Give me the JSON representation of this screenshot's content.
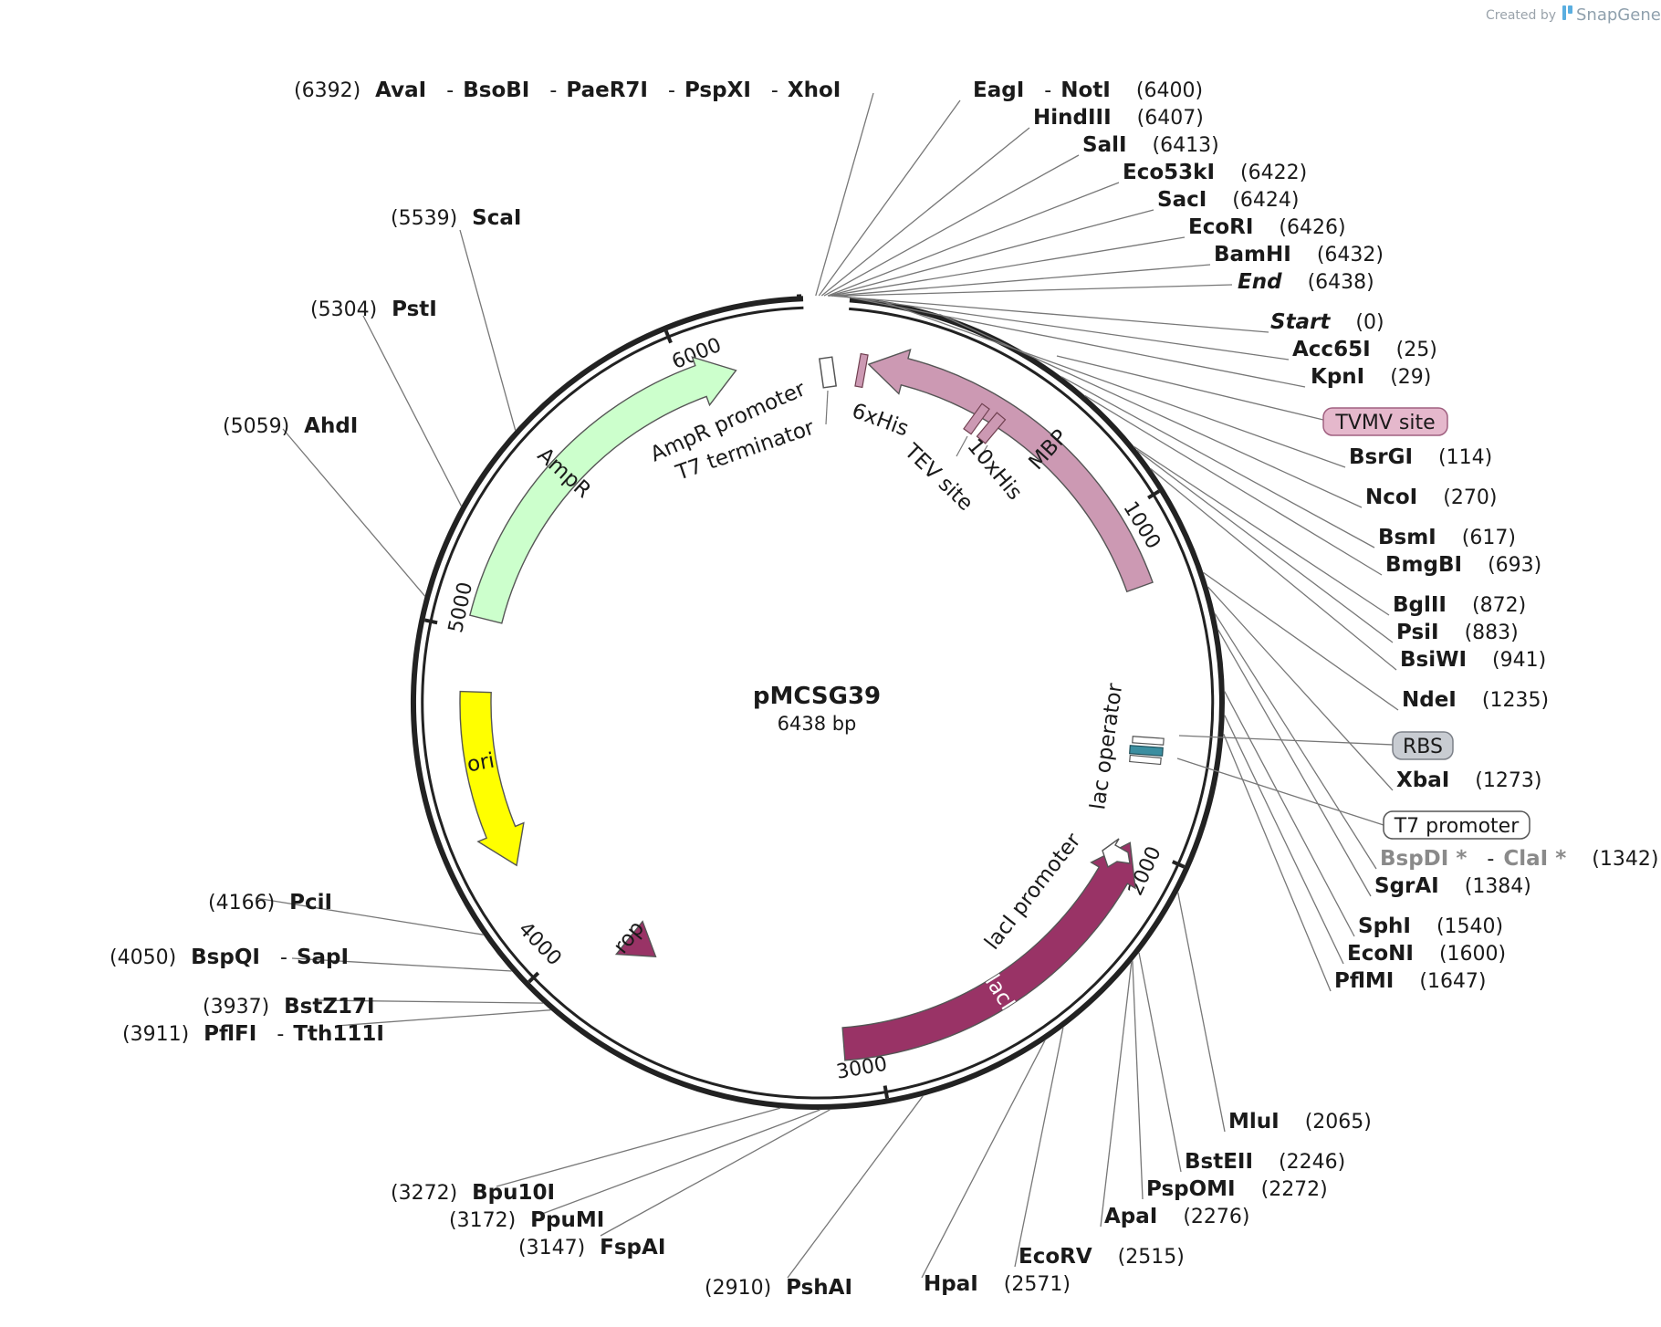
{
  "credit": {
    "created": "Created by",
    "brand": "SnapGene"
  },
  "plasmid": {
    "name": "pMCSG39",
    "length_label": "6438 bp",
    "length": 6438
  },
  "ticks": [
    {
      "pos": 1000,
      "label": "1000"
    },
    {
      "pos": 2000,
      "label": "2000"
    },
    {
      "pos": 3000,
      "label": "3000"
    },
    {
      "pos": 4000,
      "label": "4000"
    },
    {
      "pos": 5000,
      "label": "5000"
    },
    {
      "pos": 6000,
      "label": "6000"
    }
  ],
  "features": [
    {
      "id": "mbp",
      "name": "MBP",
      "start": 1215,
      "end": 112,
      "direction": "reverse",
      "color": "#cc99b3",
      "text_color": "#1a1a1a"
    },
    {
      "id": "laci",
      "name": "lacI",
      "start": 3100,
      "end": 2000,
      "direction": "reverse",
      "color": "#993366",
      "text_color": "#ffffff"
    },
    {
      "id": "ampr",
      "name": "AmpR",
      "start": 5040,
      "end": 6150,
      "direction": "forward",
      "color": "#ccffcc",
      "text_color": "#1a1a1a"
    },
    {
      "id": "ori",
      "name": "ori",
      "start": 4820,
      "end": 4280,
      "direction": "reverse",
      "color": "#ffff00",
      "text_color": "#1a1a1a"
    },
    {
      "id": "rop",
      "name": "rop",
      "start": 3870,
      "end": 3760,
      "direction": "reverse",
      "color": "#993366",
      "text_color": "#1a1a1a"
    }
  ],
  "small_features": {
    "his6": "6xHis",
    "his10": "10xHis",
    "tev": "TEV site",
    "ampr_promoter": "AmpR promoter",
    "t7_terminator": "T7 terminator",
    "lac_operator": "lac operator",
    "laci_promoter": "lacI promoter"
  },
  "boxed_labels": {
    "tvmv": {
      "text": "TVMV site",
      "fill": "#e5b8cc",
      "stroke": "#a06080"
    },
    "rbs": {
      "text": "RBS",
      "fill": "#c8ccd2",
      "stroke": "#7c8088"
    },
    "t7_promoter": {
      "text": "T7 promoter",
      "fill": "#ffffff",
      "stroke": "#555555"
    }
  },
  "sites": [
    {
      "names": [
        "AvaI",
        "BsoBI",
        "PaeR7I",
        "PspXI",
        "XhoI"
      ],
      "pos_label": "(6392)",
      "pos": 6392
    },
    {
      "names": [
        "EagI",
        "NotI"
      ],
      "pos_label": "(6400)",
      "pos": 6400
    },
    {
      "names": [
        "HindIII"
      ],
      "pos_label": "(6407)",
      "pos": 6407
    },
    {
      "names": [
        "SalI"
      ],
      "pos_label": "(6413)",
      "pos": 6413
    },
    {
      "names": [
        "Eco53kI"
      ],
      "pos_label": "(6422)",
      "pos": 6422
    },
    {
      "names": [
        "SacI"
      ],
      "pos_label": "(6424)",
      "pos": 6424
    },
    {
      "names": [
        "EcoRI"
      ],
      "pos_label": "(6426)",
      "pos": 6426
    },
    {
      "names": [
        "BamHI"
      ],
      "pos_label": "(6432)",
      "pos": 6432
    },
    {
      "names": [
        "End"
      ],
      "pos_label": "(6438)",
      "pos": 6438
    },
    {
      "names": [
        "Start"
      ],
      "pos_label": "(0)",
      "pos": 0
    },
    {
      "names": [
        "Acc65I"
      ],
      "pos_label": "(25)",
      "pos": 25
    },
    {
      "names": [
        "KpnI"
      ],
      "pos_label": "(29)",
      "pos": 29
    },
    {
      "names": [
        "BsrGI"
      ],
      "pos_label": "(114)",
      "pos": 114
    },
    {
      "names": [
        "NcoI"
      ],
      "pos_label": "(270)",
      "pos": 270
    },
    {
      "names": [
        "BsmI"
      ],
      "pos_label": "(617)",
      "pos": 617
    },
    {
      "names": [
        "BmgBI"
      ],
      "pos_label": "(693)",
      "pos": 693
    },
    {
      "names": [
        "BglII"
      ],
      "pos_label": "(872)",
      "pos": 872
    },
    {
      "names": [
        "PsiI"
      ],
      "pos_label": "(883)",
      "pos": 883
    },
    {
      "names": [
        "BsiWI"
      ],
      "pos_label": "(941)",
      "pos": 941
    },
    {
      "names": [
        "NdeI"
      ],
      "pos_label": "(1235)",
      "pos": 1235
    },
    {
      "names": [
        "XbaI"
      ],
      "pos_label": "(1273)",
      "pos": 1273
    },
    {
      "names": [
        "BspDI *",
        "ClaI *"
      ],
      "pos_label": "(1342)",
      "pos": 1342
    },
    {
      "names": [
        "SgrAI"
      ],
      "pos_label": "(1384)",
      "pos": 1384
    },
    {
      "names": [
        "SphI"
      ],
      "pos_label": "(1540)",
      "pos": 1540
    },
    {
      "names": [
        "EcoNI"
      ],
      "pos_label": "(1600)",
      "pos": 1600
    },
    {
      "names": [
        "PflMI"
      ],
      "pos_label": "(1647)",
      "pos": 1647
    },
    {
      "names": [
        "MluI"
      ],
      "pos_label": "(2065)",
      "pos": 2065
    },
    {
      "names": [
        "BstEII"
      ],
      "pos_label": "(2246)",
      "pos": 2246
    },
    {
      "names": [
        "PspOMI"
      ],
      "pos_label": "(2272)",
      "pos": 2272
    },
    {
      "names": [
        "ApaI"
      ],
      "pos_label": "(2276)",
      "pos": 2276
    },
    {
      "names": [
        "EcoRV"
      ],
      "pos_label": "(2515)",
      "pos": 2515
    },
    {
      "names": [
        "HpaI"
      ],
      "pos_label": "(2571)",
      "pos": 2571
    },
    {
      "names": [
        "PshAI"
      ],
      "pos_label": "(2910)",
      "pos": 2910
    },
    {
      "names": [
        "FspAI"
      ],
      "pos_label": "(3147)",
      "pos": 3147
    },
    {
      "names": [
        "PpuMI"
      ],
      "pos_label": "(3172)",
      "pos": 3172
    },
    {
      "names": [
        "Bpu10I"
      ],
      "pos_label": "(3272)",
      "pos": 3272
    },
    {
      "names": [
        "PflFI",
        "Tth111I"
      ],
      "pos_label": "(3911)",
      "pos": 3911
    },
    {
      "names": [
        "BstZ17I"
      ],
      "pos_label": "(3937)",
      "pos": 3937
    },
    {
      "names": [
        "BspQI",
        "SapI"
      ],
      "pos_label": "(4050)",
      "pos": 4050
    },
    {
      "names": [
        "PciI"
      ],
      "pos_label": "(4166)",
      "pos": 4166
    },
    {
      "names": [
        "AhdI"
      ],
      "pos_label": "(5059)",
      "pos": 5059
    },
    {
      "names": [
        "PstI"
      ],
      "pos_label": "(5304)",
      "pos": 5304
    },
    {
      "names": [
        "ScaI"
      ],
      "pos_label": "(5539)",
      "pos": 5539
    }
  ]
}
